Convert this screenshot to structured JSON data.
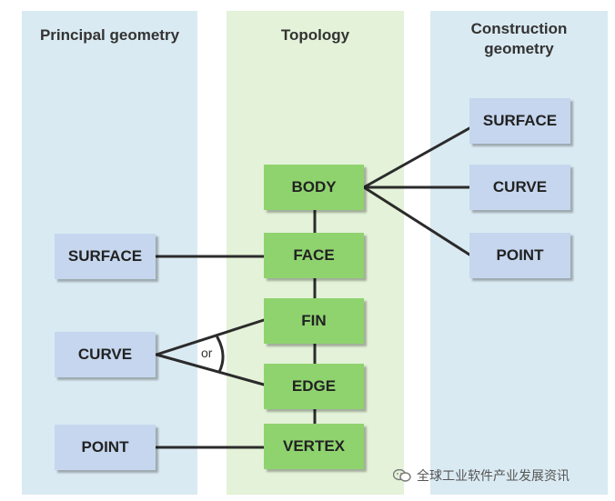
{
  "columns": {
    "left": {
      "title_lines": [
        "Principal geometry"
      ]
    },
    "mid": {
      "title_lines": [
        "Topology"
      ]
    },
    "right": {
      "title_lines": [
        "Construction",
        "geometry"
      ]
    }
  },
  "principal": {
    "surface": "SURFACE",
    "curve": "CURVE",
    "point": "POINT"
  },
  "topology": {
    "body": "BODY",
    "face": "FACE",
    "fin": "FIN",
    "edge": "EDGE",
    "vertex": "VERTEX"
  },
  "construction": {
    "surface": "SURFACE",
    "curve": "CURVE",
    "point": "POINT"
  },
  "or_label": "or",
  "watermark": {
    "text": "全球工业软件产业发展资讯",
    "icon": "wechat-icon"
  },
  "colors": {
    "geometry_panel": "#daeaf2",
    "topology_panel": "#e3f2d8",
    "geometry_box": "#c5d6ee",
    "topology_box": "#8fd36f",
    "connector": "#2b2b2b"
  }
}
